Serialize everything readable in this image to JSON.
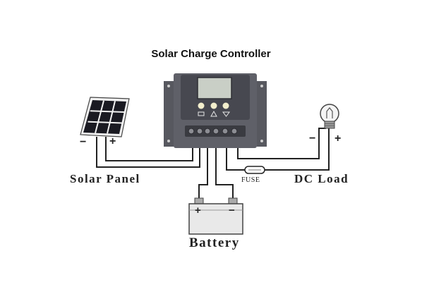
{
  "title": "Solar Charge Controller",
  "labels": {
    "solar_panel": "Solar Panel",
    "dc_load": "DC Load",
    "battery": "Battery",
    "fuse": "FUSE"
  },
  "polarity": {
    "panel_negative": "−",
    "panel_positive": "+",
    "battery_positive": "+",
    "battery_negative": "−",
    "load_negative": "−",
    "load_positive": "+"
  },
  "colors": {
    "wire": "#222222",
    "controller_body": "#5f6068",
    "controller_face": "#474850",
    "display_screen": "#c9cfc6",
    "panel_cells": "#1a1a22",
    "battery_body": "#e9e9e9",
    "indicator_light": "#f3efcd"
  }
}
